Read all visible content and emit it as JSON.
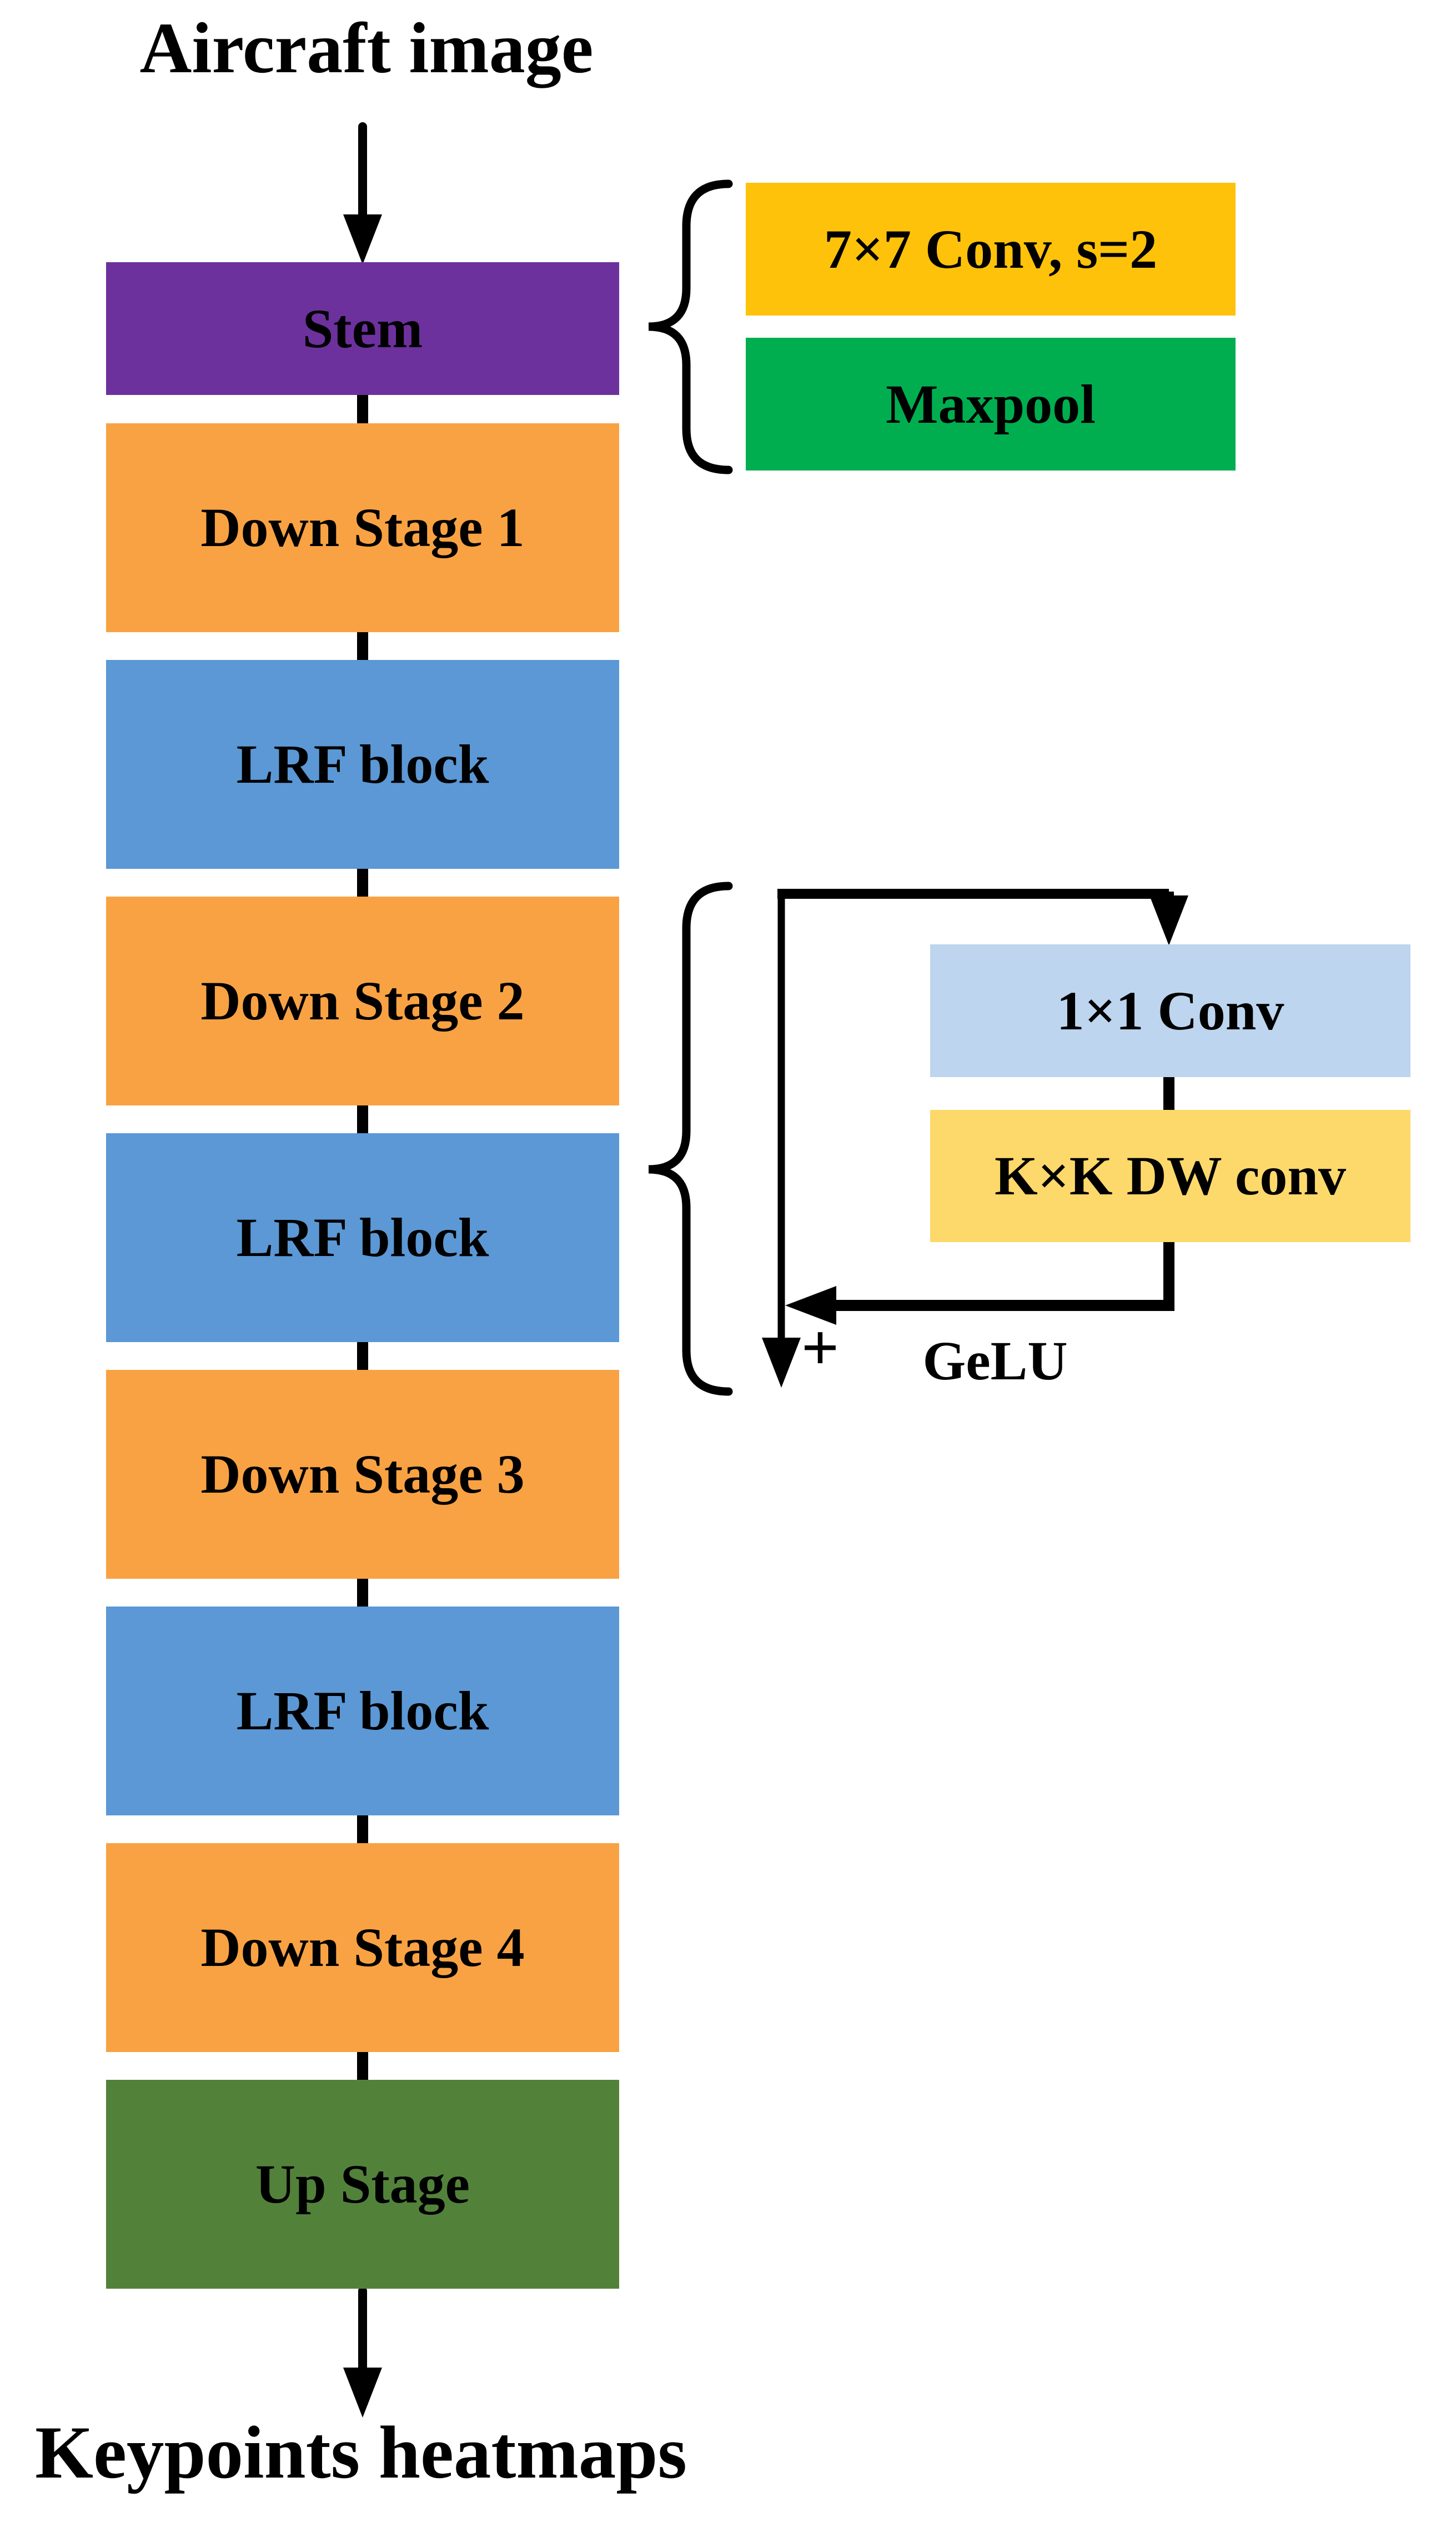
{
  "colors": {
    "background": "#FFFFFF",
    "line": "#000000",
    "text": "#000000"
  },
  "input_label": "Aircraft image",
  "output_label": "Keypoints heatmaps",
  "pipeline": [
    {
      "label": "Stem",
      "color": "#6D319E"
    },
    {
      "label": "Down Stage 1",
      "color": "#F9A243"
    },
    {
      "label": "LRF block",
      "color": "#5B98D5"
    },
    {
      "label": "Down Stage 2",
      "color": "#F9A243"
    },
    {
      "label": "LRF block",
      "color": "#5B98D5"
    },
    {
      "label": "Down Stage 3",
      "color": "#F9A243"
    },
    {
      "label": "LRF block",
      "color": "#5B98D5"
    },
    {
      "label": "Down Stage 4",
      "color": "#F9A243"
    },
    {
      "label": "Up Stage",
      "color": "#52823A"
    }
  ],
  "stem_detail": {
    "conv": {
      "label": "7×7 Conv, s=2",
      "color": "#FFC20A"
    },
    "pool": {
      "label": "Maxpool",
      "color": "#00AE50"
    }
  },
  "lrf_detail": {
    "conv": {
      "label": "1×1 Conv",
      "color": "#BDD5EE"
    },
    "dwconv": {
      "label": "K×K DW conv",
      "color": "#FDD96B"
    },
    "activation_label": "GeLU",
    "sum_label": "+"
  }
}
